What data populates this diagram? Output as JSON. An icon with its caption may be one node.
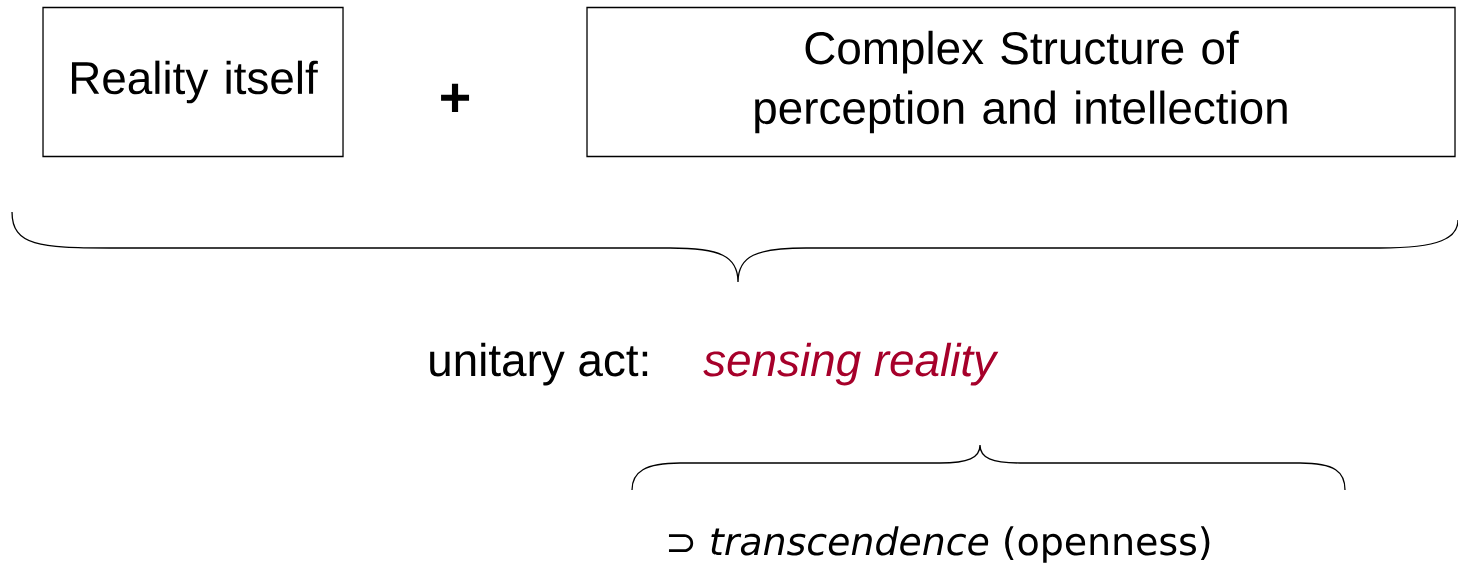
{
  "diagram": {
    "nodes": [
      {
        "text": [
          "Reality itself"
        ]
      },
      {
        "text": [
          "Complex Structure of perception and intellection"
        ]
      }
    ],
    "labels": [
      "+",
      "unitary act:",
      "sensing reality",
      "⊃ *transcendence* (openness)"
    ]
  }
}
